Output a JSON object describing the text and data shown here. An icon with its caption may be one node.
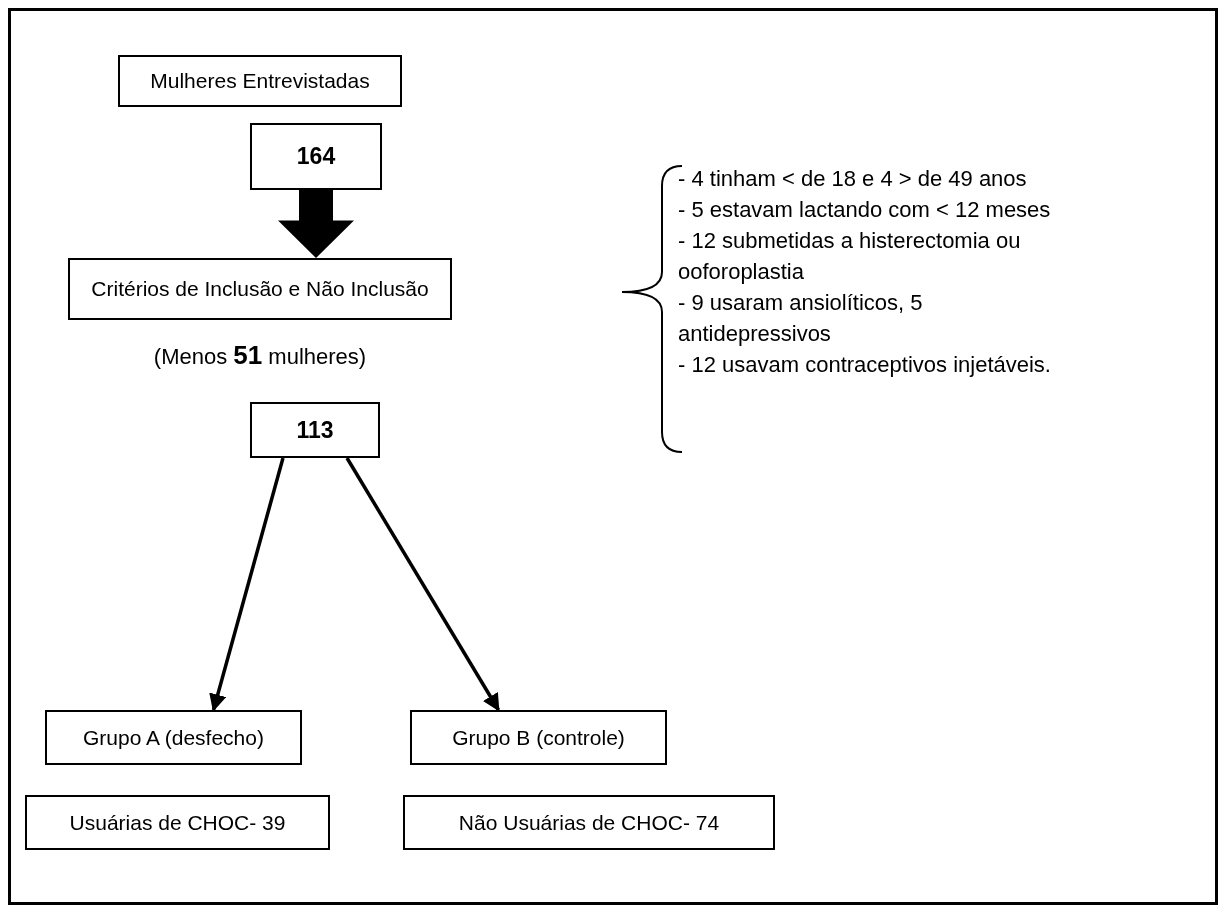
{
  "diagram": {
    "nodes": [
      {
        "text": [
          "Mulheres Entrevistadas"
        ]
      },
      {
        "text": [
          "164"
        ]
      },
      {
        "text": [
          "Critérios de Inclusão e Não Inclusão"
        ]
      },
      {
        "text": [
          "113"
        ]
      },
      {
        "text": [
          "Grupo A (desfecho)"
        ]
      },
      {
        "text": [
          "Grupo B (controle)"
        ]
      },
      {
        "text": [
          "Usuárias de CHOC- 39"
        ]
      },
      {
        "text": [
          "Não Usuárias de CHOC- 74"
        ]
      }
    ],
    "edges": [
      {
        "from": 1,
        "to": 2,
        "arrow": "to",
        "style": "thick"
      },
      {
        "from": 3,
        "to": 4,
        "arrow": "to"
      },
      {
        "from": 3,
        "to": 5,
        "arrow": "to"
      }
    ],
    "labels": [
      "- 4 tinham < de 18 e 4 > de 49 anos",
      "- 5 estavam lactando com  < 12 meses",
      "- 12 submetidas a histerectomia ou ooforoplastia",
      "- 9 usaram ansiolíticos, 5 antidepressivos",
      "- 12 usavam contraceptivos injetáveis.",
      "(Menos **51** mulheres)"
    ]
  }
}
